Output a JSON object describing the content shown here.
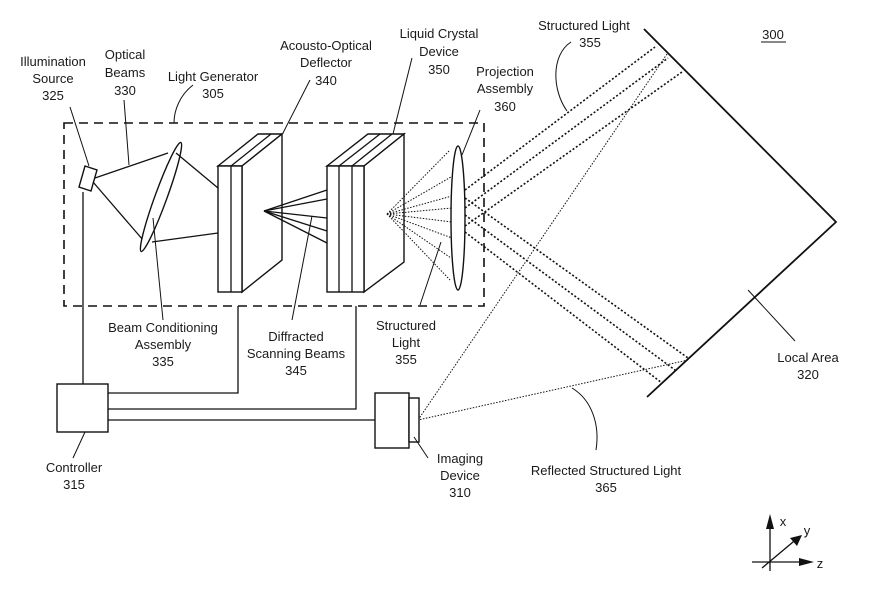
{
  "figure": {
    "number": "300",
    "labels": {
      "illumination_source": [
        "Illumination",
        "Source",
        "325"
      ],
      "optical_beams": [
        "Optical",
        "Beams",
        "330"
      ],
      "light_generator": [
        "Light Generator",
        "305"
      ],
      "aod": [
        "Acousto-Optical",
        "Deflector",
        "340"
      ],
      "lcd": [
        "Liquid Crystal",
        "Device",
        "350"
      ],
      "projection_assembly": [
        "Projection",
        "Assembly",
        "360"
      ],
      "structured_light_top": [
        "Structured Light",
        "355"
      ],
      "beam_conditioning": [
        "Beam Conditioning",
        "Assembly",
        "335"
      ],
      "diffracted_beams": [
        "Diffracted",
        "Scanning Beams",
        "345"
      ],
      "structured_light_bottom": [
        "Structured",
        "Light",
        "355"
      ],
      "controller": [
        "Controller",
        "315"
      ],
      "imaging_device": [
        "Imaging",
        "Device",
        "310"
      ],
      "reflected_light": [
        "Reflected Structured Light",
        "365"
      ],
      "local_area": [
        "Local Area",
        "320"
      ]
    },
    "axes": {
      "x": "x",
      "y": "y",
      "z": "z"
    }
  }
}
